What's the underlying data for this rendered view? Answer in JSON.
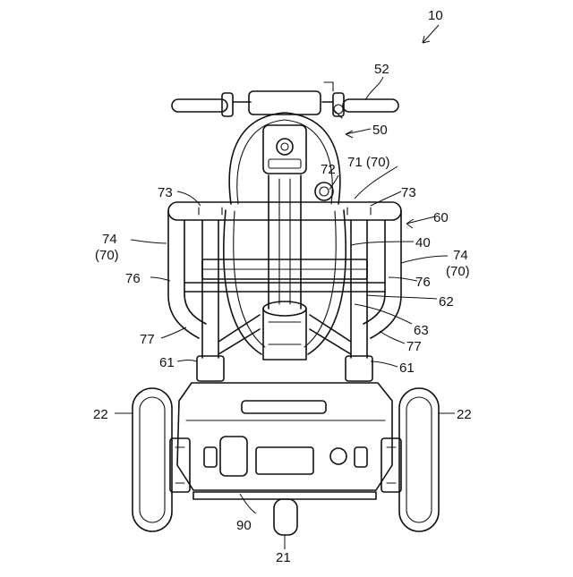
{
  "labels": {
    "l10": "10",
    "l52": "52",
    "l50": "50",
    "l71": "71 (70)",
    "l72": "72",
    "l73_left": "73",
    "l73_right": "73",
    "l60": "60",
    "l74_left": "74",
    "l70_left": "(70)",
    "l40": "40",
    "l74_right": "74",
    "l70_right": "(70)",
    "l76_left": "76",
    "l76_right": "76",
    "l62": "62",
    "l63": "63",
    "l77_left": "77",
    "l77_right": "77",
    "l61_left": "61",
    "l61_right": "61",
    "l22_left": "22",
    "l22_right": "22",
    "l90": "90",
    "l21": "21"
  },
  "colors": {
    "line": "#111111",
    "background": "#ffffff"
  }
}
